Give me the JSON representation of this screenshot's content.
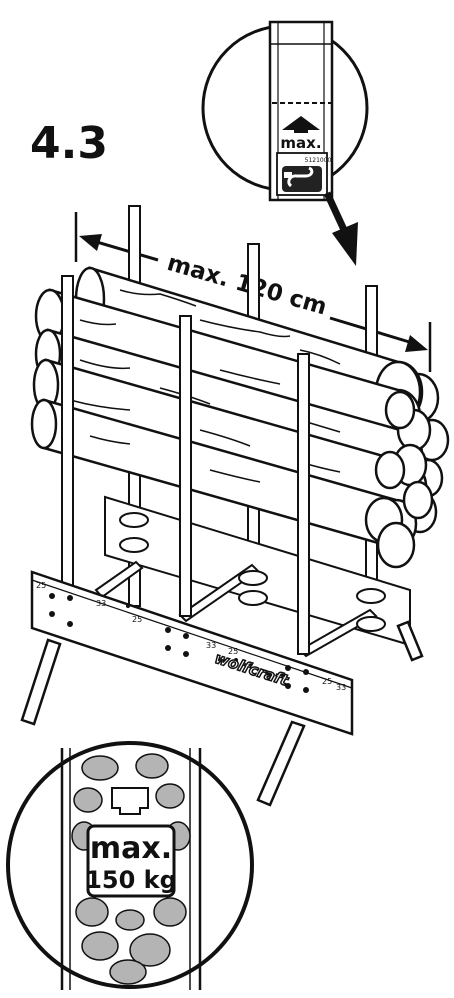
{
  "step": {
    "number": "4.3"
  },
  "dimension": {
    "label": "max. 120 cm"
  },
  "detail_top": {
    "max_label": "max.",
    "part_number": "5121000"
  },
  "rack": {
    "brand": "wolfcraft",
    "scale_marks": [
      "25",
      "33",
      "25",
      "33",
      "25",
      "25",
      "33"
    ]
  },
  "detail_bottom": {
    "line1": "max.",
    "line2": "150 kg"
  },
  "colors": {
    "ink": "#111111",
    "log_fill": "#ffffff",
    "stone_fill": "#b4b4b4",
    "background": "#ffffff"
  }
}
